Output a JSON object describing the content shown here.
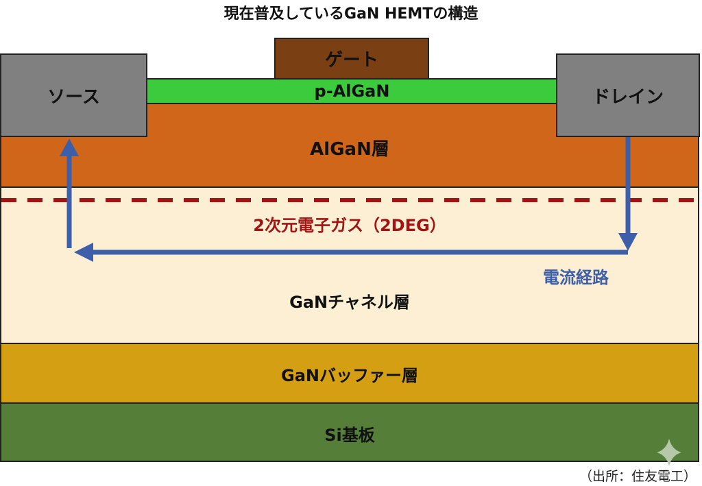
{
  "title": "現在普及しているGaN HEMTの構造",
  "labels": {
    "source": "ソース",
    "drain": "ドレイン",
    "gate": "ゲート",
    "p_algan": "p-AlGaN",
    "algan": "AlGaN層",
    "twodeg": "2次元電子ガス（2DEG）",
    "current_path": "電流経路",
    "gan_channel": "GaNチャネル層",
    "gan_buffer": "GaNバッファー層",
    "si_substrate": "Si基板"
  },
  "source_note": "（出所：住友電工）",
  "colors": {
    "source_drain": "#808080",
    "gate": "#7a3f12",
    "p_algan": "#3ccb3c",
    "algan": "#d0661a",
    "channel": "#fcefd3",
    "buffer": "#d49f12",
    "substrate": "#557f38",
    "twodeg": "#a01414",
    "current": "#3d5ea8"
  }
}
